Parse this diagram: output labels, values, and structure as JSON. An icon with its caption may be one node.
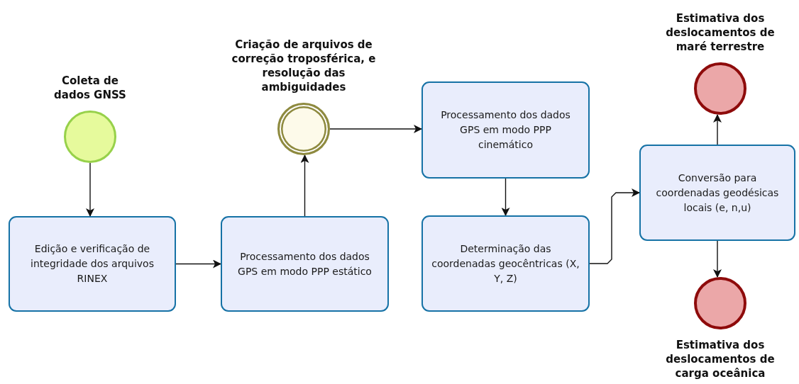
{
  "diagram": {
    "nodes": [
      {
        "text": [
          "Coleta de dados GNSS"
        ]
      },
      {
        "text": [
          "Edição e verificação de integridade dos arquivos RINEX"
        ]
      },
      {
        "text": [
          "Processamento dos dados GPS em modo PPP estático"
        ]
      },
      {
        "text": [
          "Criação de arquivos de correção troposférica, e resolução das ambiguidades"
        ]
      },
      {
        "text": [
          "Processamento dos dados GPS em modo PPP cinemático"
        ]
      },
      {
        "text": [
          "Determinação das coordenadas geocêntricas (X, Y, Z)"
        ]
      },
      {
        "text": [
          "Conversão para coordenadas geodésicas locais (e, n,u)"
        ]
      },
      {
        "text": [
          "Estimativa dos deslocamentos de maré terrestre"
        ]
      },
      {
        "text": [
          "Estimativa dos deslocamentos de carga oceânica"
        ]
      }
    ],
    "edges": [
      {
        "from": 0,
        "to": 1,
        "arrow": "to"
      },
      {
        "from": 1,
        "to": 2,
        "arrow": "to"
      },
      {
        "from": 2,
        "to": 3,
        "arrow": "to"
      },
      {
        "from": 3,
        "to": 4,
        "arrow": "to"
      },
      {
        "from": 4,
        "to": 5,
        "arrow": "to"
      },
      {
        "from": 5,
        "to": 6,
        "arrow": "to"
      },
      {
        "from": 6,
        "to": 7,
        "arrow": "to"
      },
      {
        "from": 6,
        "to": 8,
        "arrow": "to"
      }
    ]
  }
}
